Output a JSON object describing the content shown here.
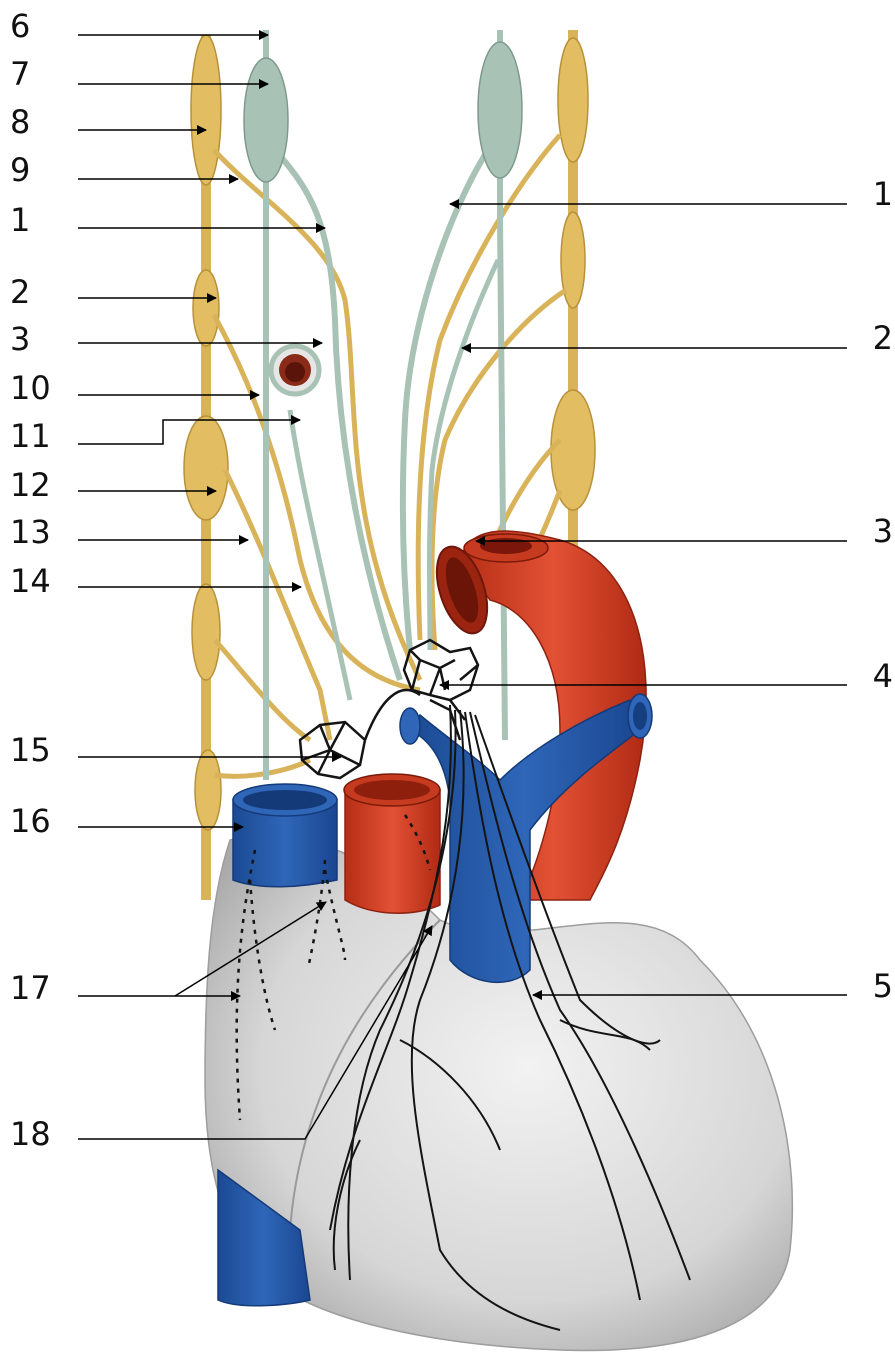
{
  "labels_left": [
    "6",
    "7",
    "8",
    "9",
    "1",
    "2",
    "3",
    "10",
    "11",
    "12",
    "13",
    "14",
    "15",
    "16",
    "17",
    "18"
  ],
  "labels_right": [
    "1",
    "2",
    "3",
    "4",
    "5"
  ],
  "colors": {
    "sympathetic_trunk": "#e2bd62",
    "vagus_nerve": "#a9c2b6",
    "aorta": "#cf3c22",
    "vena_cava": "#2457a6",
    "heart": "#dcdcdc",
    "nerve_line": "#141414",
    "pointer": "#000000"
  }
}
